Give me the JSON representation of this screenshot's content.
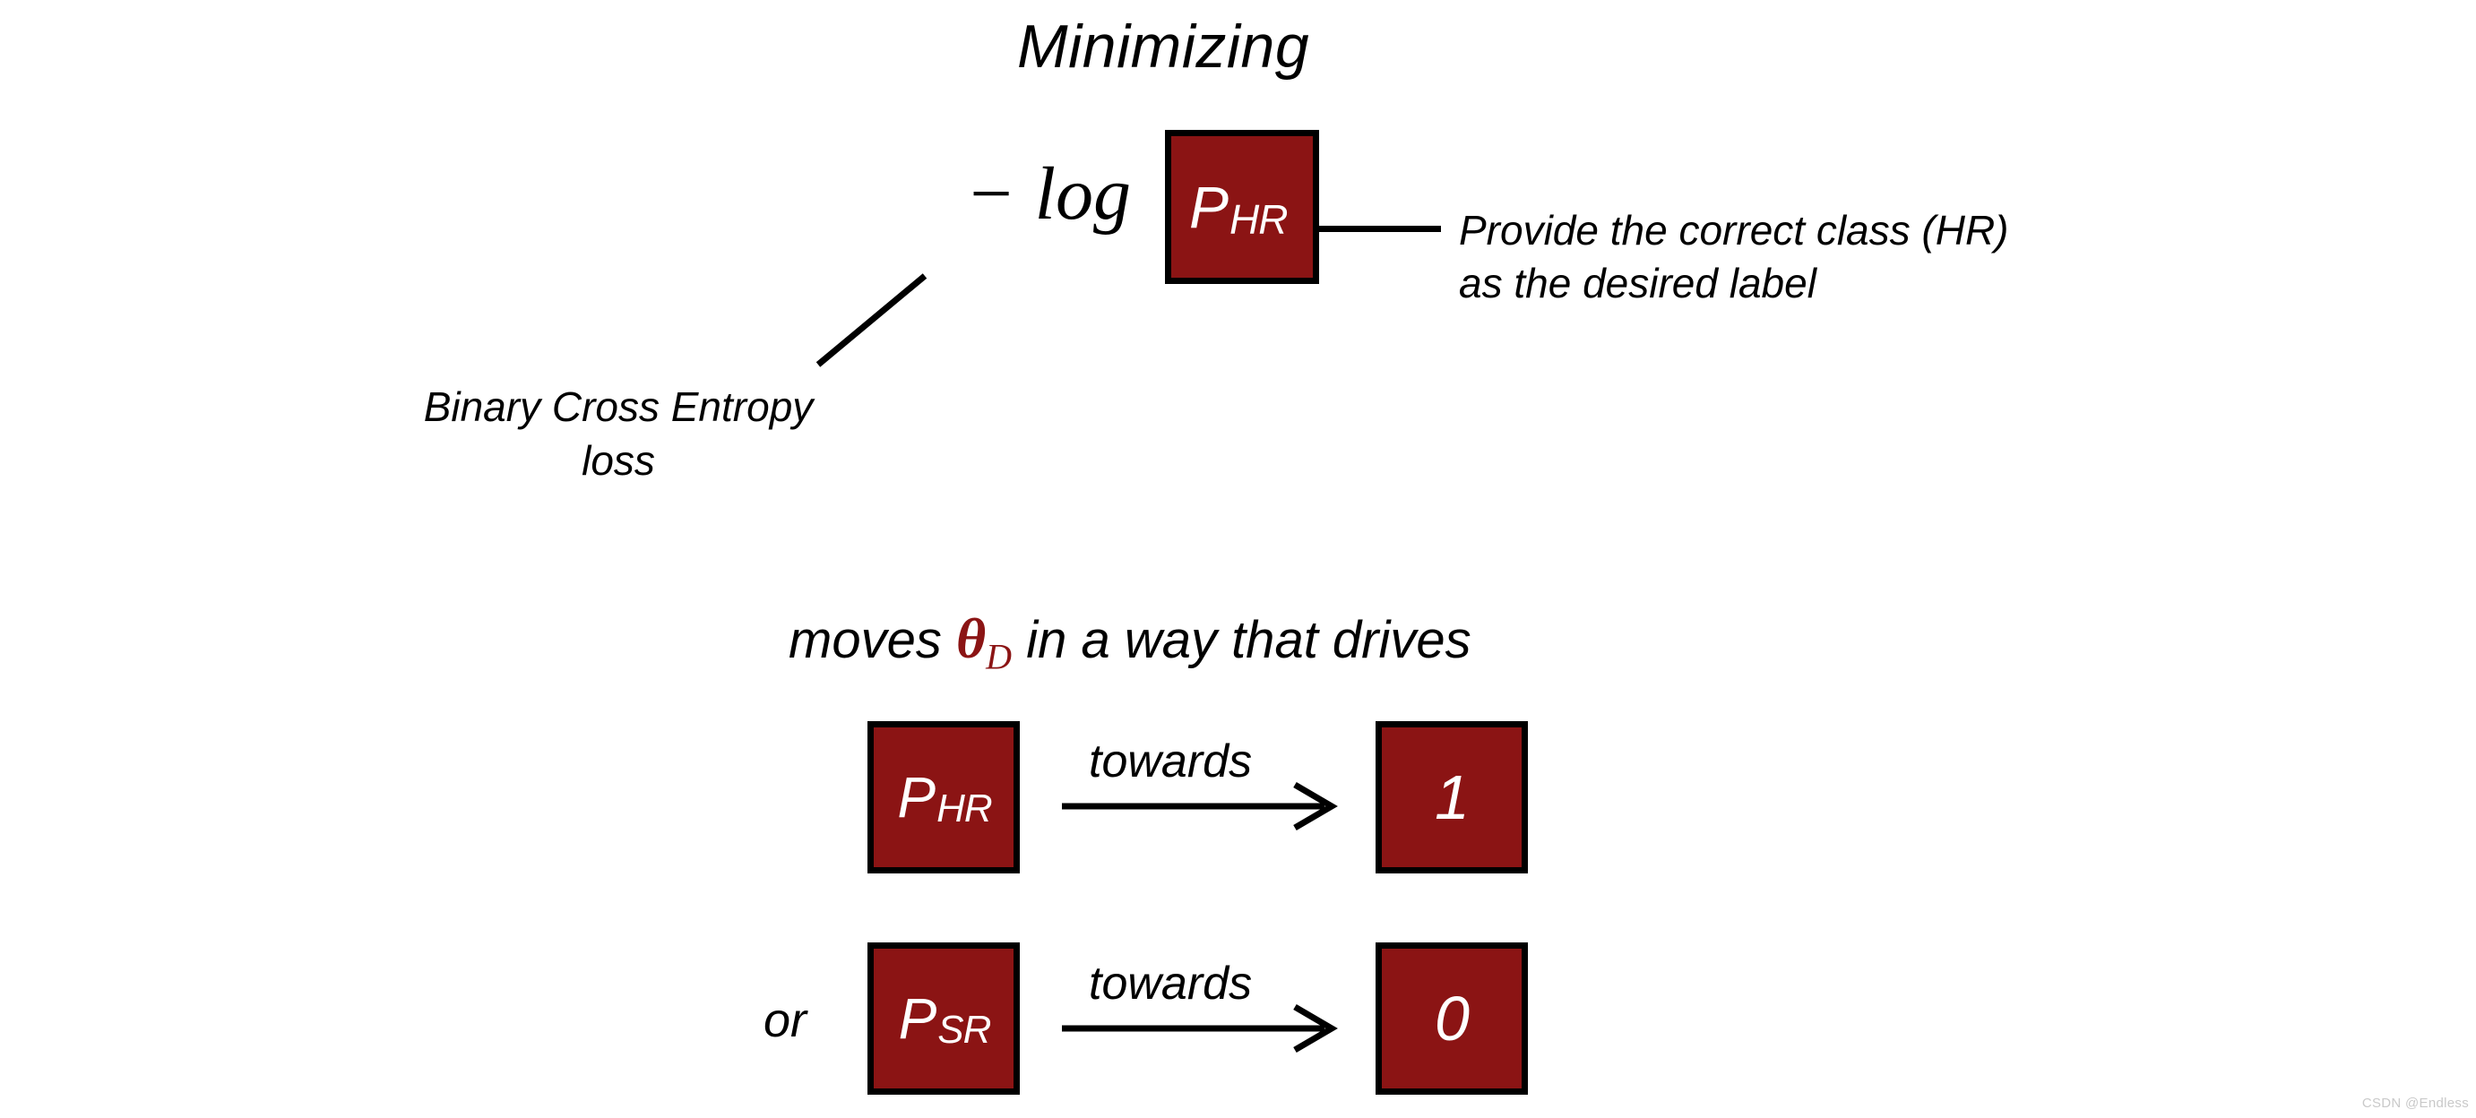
{
  "slide": {
    "title": "Minimizing",
    "background_color": "#ffffff",
    "accent_color": "#8b1414",
    "text_color": "#000000"
  },
  "loss_expression": {
    "operator": "− log",
    "box": {
      "base": "P",
      "subscript": "HR",
      "fill_color": "#8b1414",
      "text_color": "#ffffff"
    }
  },
  "callouts": {
    "right": {
      "text": "Provide the correct class (HR) as the desired label"
    },
    "left": {
      "text": "Binary Cross Entropy loss"
    }
  },
  "drives": {
    "prefix": "moves",
    "symbol": "θ",
    "symbol_subscript": "D",
    "symbol_color": "#8b1414",
    "suffix": "in a way that drives"
  },
  "relations": [
    {
      "connector": "",
      "source": {
        "base": "P",
        "subscript": "HR"
      },
      "arrow_label": "towards",
      "target": {
        "base": "1",
        "subscript": ""
      }
    },
    {
      "connector": "or",
      "source": {
        "base": "P",
        "subscript": "SR"
      },
      "arrow_label": "towards",
      "target": {
        "base": "0",
        "subscript": ""
      }
    }
  ],
  "watermark": "CSDN @Endless"
}
